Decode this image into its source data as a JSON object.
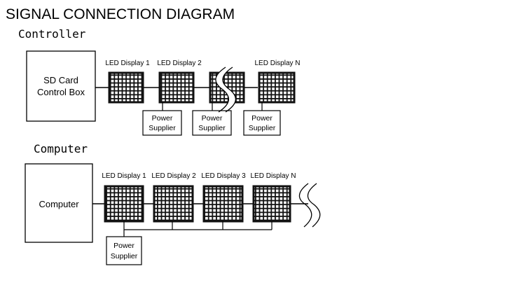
{
  "title": "SIGNAL CONNECTION DIAGRAM",
  "colors": {
    "stroke": "#000000",
    "panel": "#111111",
    "background": "#ffffff"
  },
  "controller": {
    "heading": "Controller",
    "box_label": [
      "SD Card",
      "Control Box"
    ],
    "displays": [
      "LED Display 1",
      "LED Display 2",
      "LED Display N"
    ],
    "power": [
      "Power",
      "Supplier"
    ]
  },
  "computer": {
    "heading": "Computer",
    "box_label": "Computer",
    "displays": [
      "LED Display 1",
      "LED Display 2",
      "LED Display 3",
      "LED Display N"
    ],
    "power": [
      "Power",
      "Supplier"
    ]
  }
}
